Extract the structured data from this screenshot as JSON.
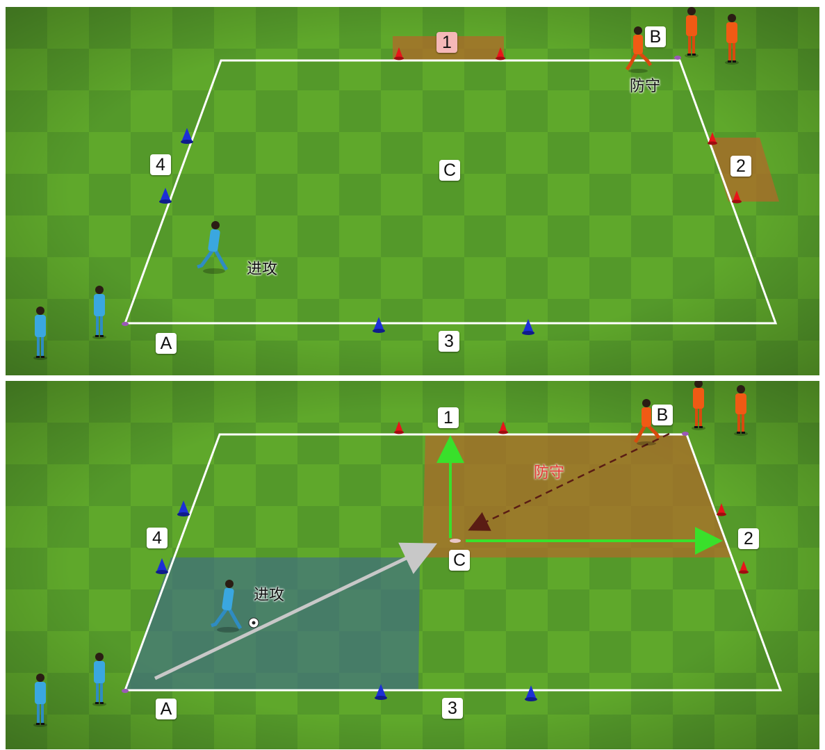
{
  "colors": {
    "grass_light": "#5fa82b",
    "grass_dark": "#4f9422",
    "field_line": "#ffffff",
    "zone_orange": "#b06a2a",
    "zone_blue": "#3e6b8c",
    "arrow_green": "#39e02b",
    "arrow_grey": "#c8c8c8",
    "arrow_dark": "#5a1c14",
    "cone_red": "#e8141a",
    "cone_blue": "#1c2fd6",
    "player_blue": "#3aa7e0",
    "player_orange": "#f05a14"
  },
  "icons": {
    "cone": "cone-icon",
    "player": "player-icon",
    "ball": "soccer-ball-icon"
  },
  "panel_top": {
    "labels": {
      "one": "1",
      "two": "2",
      "three": "3",
      "four": "4",
      "a": "A",
      "b": "B",
      "c": "C"
    },
    "attack_text": "进攻",
    "defend_text": "防守"
  },
  "panel_bottom": {
    "labels": {
      "one": "1",
      "two": "2",
      "three": "3",
      "four": "4",
      "a": "A",
      "b": "B",
      "c": "C"
    },
    "attack_text": "进攻",
    "defend_text": "防守"
  }
}
